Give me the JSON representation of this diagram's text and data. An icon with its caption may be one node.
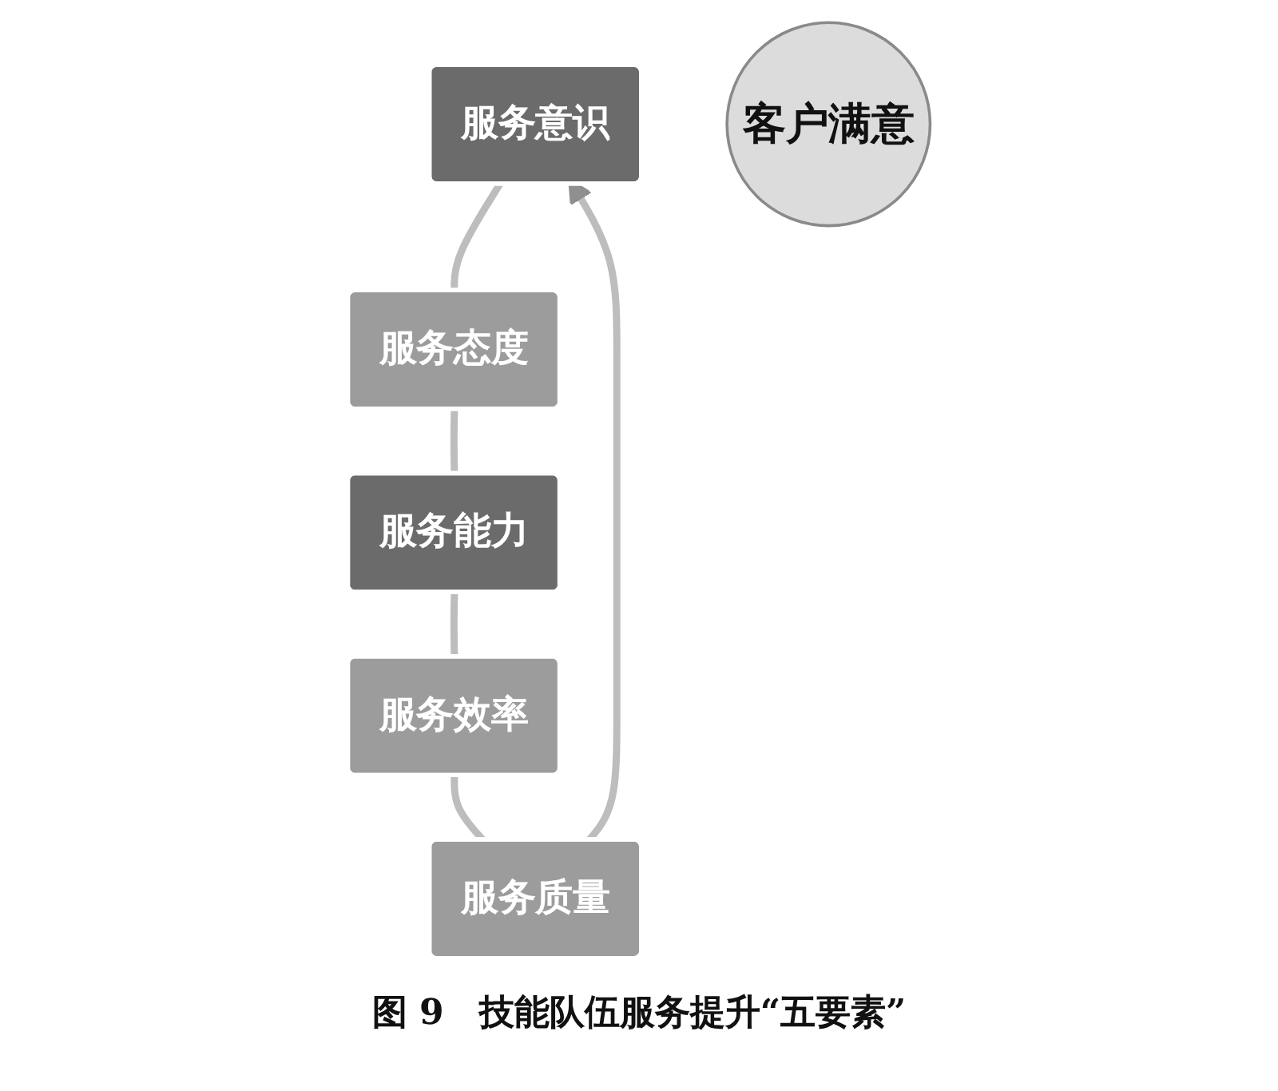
{
  "diagram": {
    "caption": "图 9　技能队伍服务提升“五要素”",
    "nodes": [
      {
        "text": [
          "服务意识"
        ]
      },
      {
        "text": [
          "服务质量"
        ]
      },
      {
        "text": [
          "服务态度"
        ]
      },
      {
        "text": [
          "客户满意"
        ]
      },
      {
        "text": [
          "服务效率"
        ]
      },
      {
        "text": [
          "服务能力"
        ]
      }
    ],
    "edges": [
      {
        "from": 0,
        "to": 2,
        "arrow": "none"
      },
      {
        "from": 2,
        "to": 5,
        "arrow": "none"
      },
      {
        "from": 5,
        "to": 4,
        "arrow": "none"
      },
      {
        "from": 4,
        "to": 1,
        "arrow": "none"
      },
      {
        "from": 1,
        "to": 0,
        "arrow": "to"
      }
    ]
  }
}
